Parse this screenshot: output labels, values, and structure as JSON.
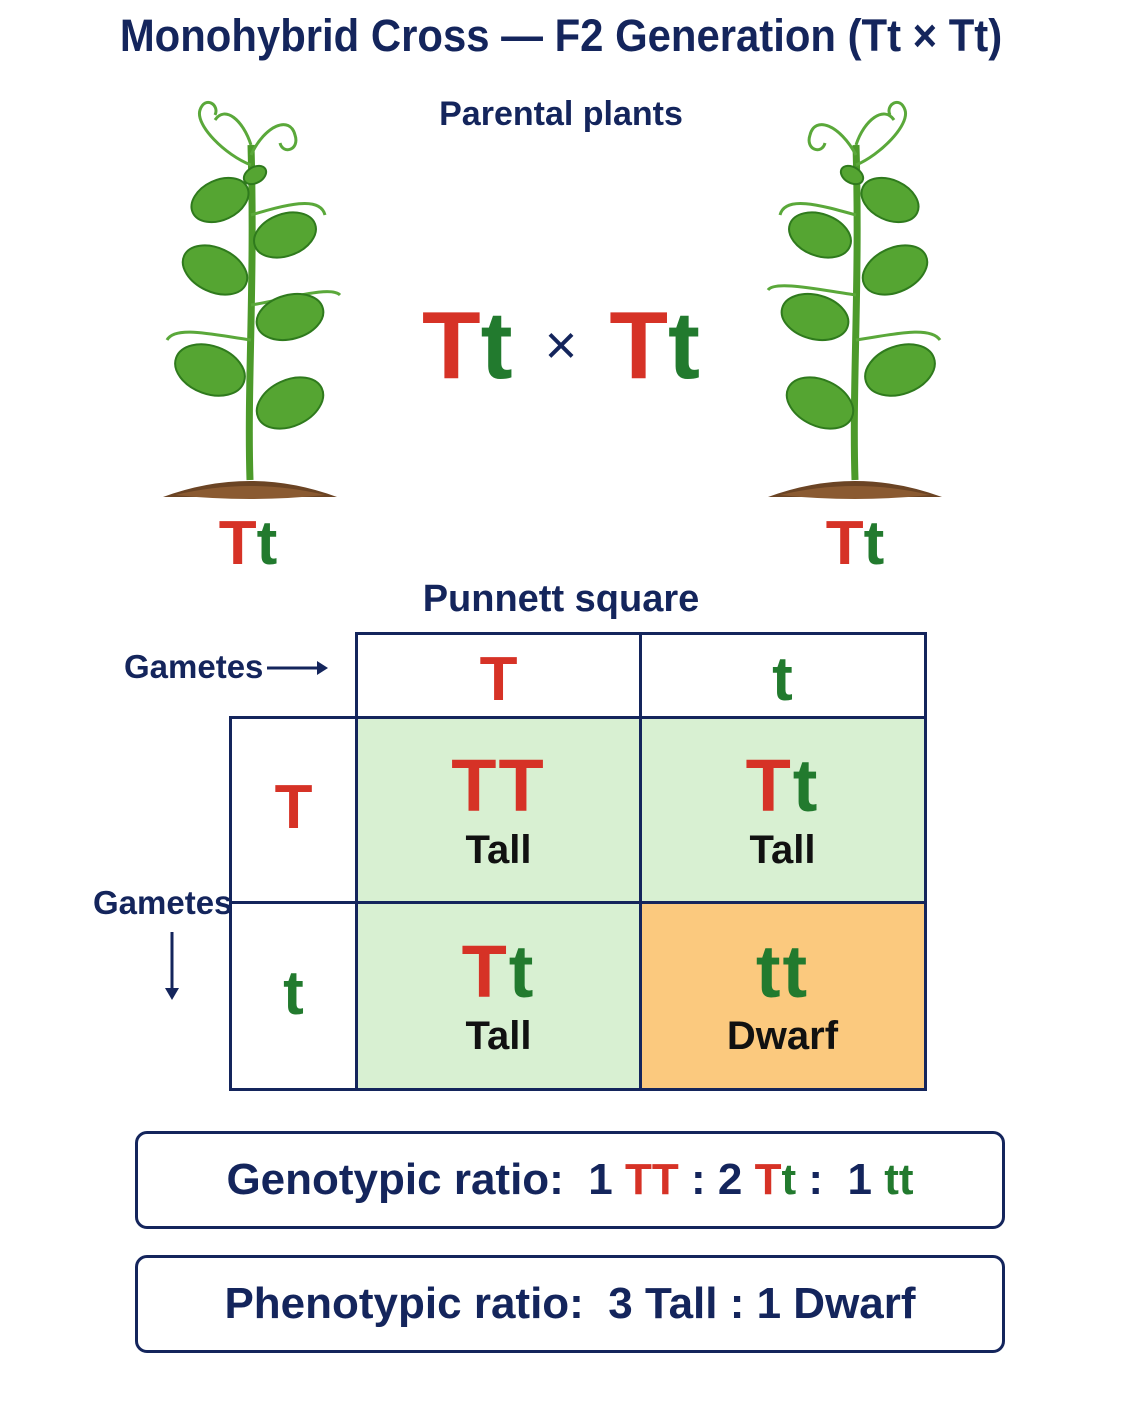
{
  "title": "Monohybrid Cross — F2 Generation (Tt × Tt)",
  "parental_label": "Parental plants",
  "cross": {
    "p1_dom": "T",
    "p1_rec": "t",
    "symbol": "×",
    "p2_dom": "T",
    "p2_rec": "t"
  },
  "left_plant": {
    "dom": "T",
    "rec": "t"
  },
  "right_plant": {
    "dom": "T",
    "rec": "t"
  },
  "punnett": {
    "title": "Punnett square",
    "gametes_top_label": "Gametes",
    "gametes_side_label": "Gametes",
    "col_gametes": [
      "T",
      "t"
    ],
    "row_gametes": [
      "T",
      "t"
    ],
    "cells": [
      {
        "a": "T",
        "b": "T",
        "phenotype": "Tall"
      },
      {
        "a": "T",
        "b": "t",
        "phenotype": "Tall"
      },
      {
        "a": "T",
        "b": "t",
        "phenotype": "Tall"
      },
      {
        "a": "t",
        "b": "t",
        "phenotype": "Dwarf"
      }
    ]
  },
  "genotypic": {
    "label": "Genotypic ratio:",
    "n1": "1",
    "g1": "TT",
    "sep1": ":",
    "n2": "2",
    "g2a": "T",
    "g2b": "t",
    "sep2": ":",
    "n3": "1",
    "g3": "tt"
  },
  "phenotypic": {
    "text": "Phenotypic ratio:  3 Tall : 1 Dwarf"
  },
  "colors": {
    "dominant": "#d63226",
    "recessive": "#227a2e",
    "tall_cell": "#d8f0d2",
    "dwarf_cell": "#fbc97e",
    "line": "#14255c"
  }
}
